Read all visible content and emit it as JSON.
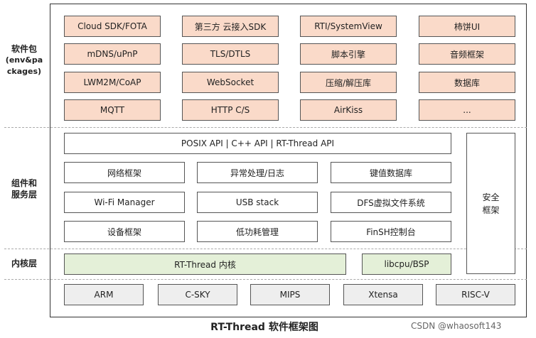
{
  "layers": {
    "packages": [
      "软件包",
      "(env&pa",
      "ckages)"
    ],
    "components": [
      "组件和",
      "服务层"
    ],
    "kernel": "内核层"
  },
  "packages": [
    "Cloud SDK/FOTA",
    "第三方 云接入SDK",
    "RTI/SystemView",
    "柿饼UI",
    "mDNS/uPnP",
    "TLS/DTLS",
    "脚本引擎",
    "音频框架",
    "LWM2M/CoAP",
    "WebSocket",
    "压缩/解压库",
    "数据库",
    "MQTT",
    "HTTP C/S",
    "AirKiss",
    "..."
  ],
  "api_bar": "POSIX API  |  C++ API  |  RT-Thread API",
  "components": [
    "网络框架",
    "异常处理/日志",
    "键值数据库",
    "Wi-Fi Manager",
    "USB stack",
    "DFS虚拟文件系统",
    "设备框架",
    "低功耗管理",
    "FinSH控制台"
  ],
  "security": [
    "安全",
    "框架"
  ],
  "kernel": {
    "core": "RT-Thread  内核",
    "libcpu": "libcpu/BSP"
  },
  "architectures": [
    "ARM",
    "C-SKY",
    "MIPS",
    "Xtensa",
    "RISC-V"
  ],
  "caption": "RT-Thread 软件框架图",
  "watermark": "CSDN @whaosoft143",
  "colors": {
    "package_fill": "#fadac9",
    "kernel_fill": "#e4f0d8",
    "arch_fill": "#eeeeee"
  }
}
